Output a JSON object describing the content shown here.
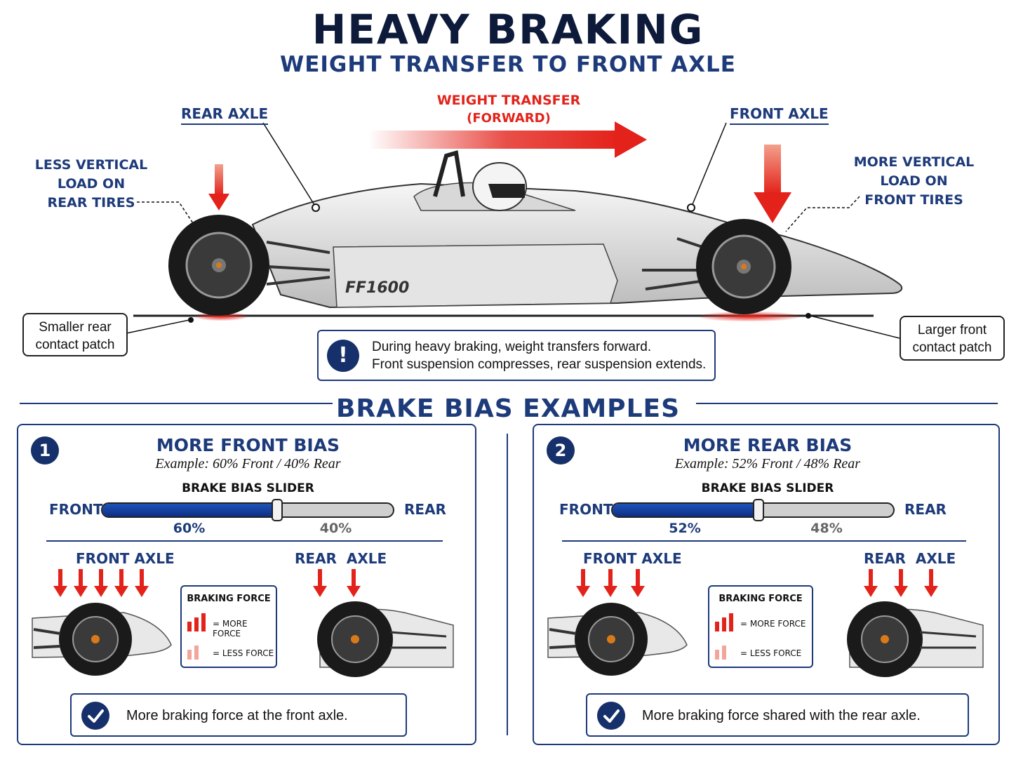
{
  "header": {
    "title": "HEAVY BRAKING",
    "subtitle": "WEIGHT TRANSFER TO FRONT AXLE"
  },
  "diagram": {
    "weight_transfer_line1": "WEIGHT TRANSFER",
    "weight_transfer_line2": "(FORWARD)",
    "rear_axle": "REAR AXLE",
    "front_axle": "FRONT AXLE",
    "rear_load_line1": "LESS VERTICAL",
    "rear_load_line2": "LOAD ON",
    "rear_load_line3": "REAR TIRES",
    "front_load_line1": "MORE VERTICAL",
    "front_load_line2": "LOAD ON",
    "front_load_line3": "FRONT TIRES",
    "car_badge": "FF1600",
    "rear_patch_line1": "Smaller rear",
    "rear_patch_line2": "contact patch",
    "front_patch_line1": "Larger front",
    "front_patch_line2": "contact patch",
    "info_icon": "!",
    "info_line1": "During heavy braking, weight transfers forward.",
    "info_line2": "Front suspension compresses, rear suspension extends."
  },
  "examples": {
    "section_title": "BRAKE BIAS EXAMPLES",
    "panels": [
      {
        "number": "1",
        "title": "MORE FRONT BIAS",
        "example": "Example: 60% Front / 40% Rear",
        "slider_title": "BRAKE BIAS SLIDER",
        "front_label": "FRONT",
        "rear_label": "REAR",
        "front_pct_label": "60%",
        "rear_pct_label": "40%",
        "front_bias": 0.6,
        "front_axle_label": "FRONT AXLE",
        "rear_axle_label": "REAR  AXLE",
        "legend_title": "BRAKING FORCE",
        "legend_more": "= MORE FORCE",
        "legend_less": "= LESS FORCE",
        "verdict": "More braking force at the front axle."
      },
      {
        "number": "2",
        "title": "MORE REAR BIAS",
        "example": "Example: 52% Front / 48% Rear",
        "slider_title": "BRAKE BIAS SLIDER",
        "front_label": "FRONT",
        "rear_label": "REAR",
        "front_pct_label": "52%",
        "rear_pct_label": "48%",
        "front_bias": 0.52,
        "front_axle_label": "FRONT AXLE",
        "rear_axle_label": "REAR  AXLE",
        "legend_title": "BRAKING FORCE",
        "legend_more": "= MORE FORCE",
        "legend_less": "= LESS FORCE",
        "verdict": "More braking force shared with the rear axle."
      }
    ]
  },
  "colors": {
    "navy": "#1d3a7a",
    "red": "#e3231b",
    "slider_blue": "#1e53b8"
  }
}
